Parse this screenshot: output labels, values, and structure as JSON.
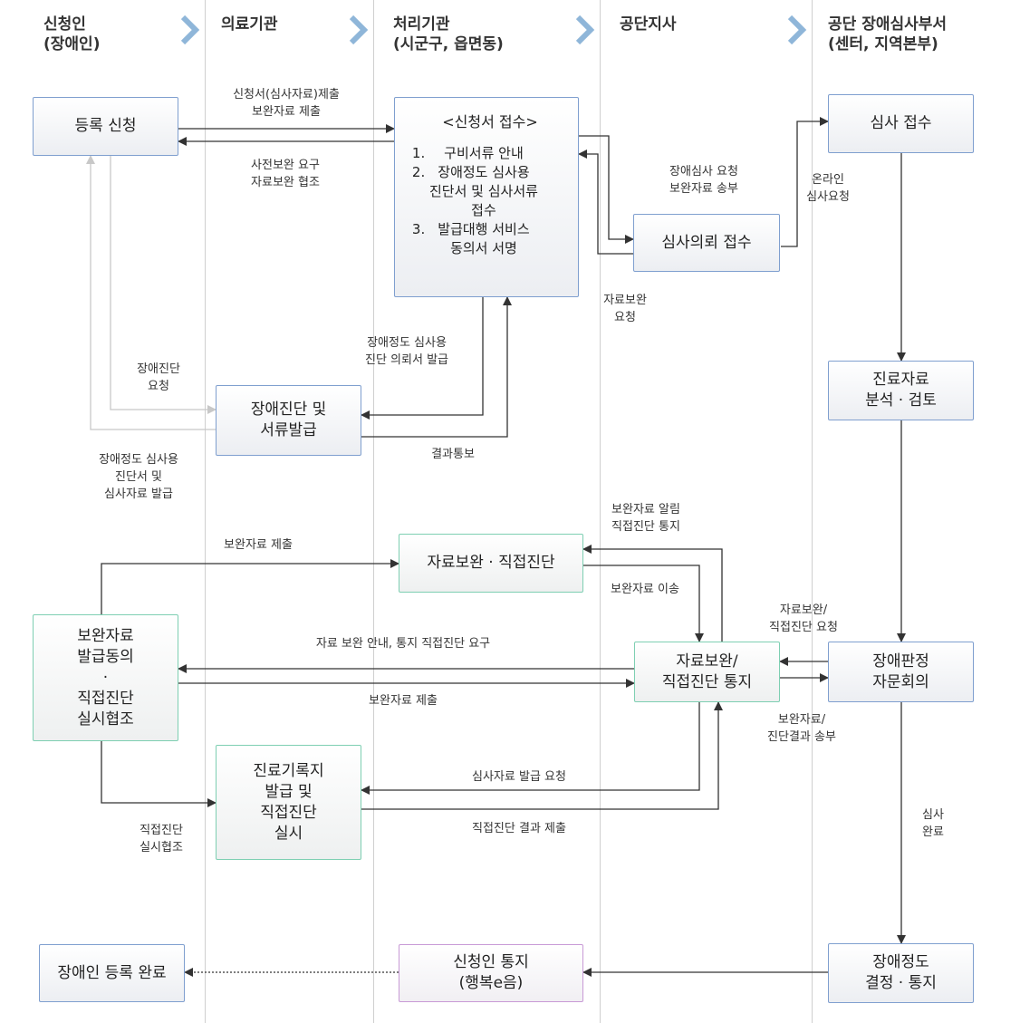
{
  "lanes": [
    {
      "name": "신청인\n(장애인)"
    },
    {
      "name": "의료기관"
    },
    {
      "name": "처리기관\n(시군구, 읍면동)"
    },
    {
      "name": "공단지사"
    },
    {
      "name": "공단 장애심사부서\n(센터, 지역본부)"
    }
  ],
  "boxes": {
    "register": "등록 신청",
    "intake_title": "<신청서 접수>",
    "intake_items": [
      "구비서류 안내",
      "장애정도 심사용\n진단서 및 심사서류\n접수",
      "발급대행 서비스\n동의서 서명"
    ],
    "review_request": "심사의뢰 접수",
    "review_receive": "심사 접수",
    "diag_issue": "장애진단 및\n서류발급",
    "records_review": "진료자료\n분석 · 검토",
    "supp_direct": "자료보완 · 직접진단",
    "consent": "보완자료\n발급동의\n·\n직접진단\n실시협조",
    "supp_notice": "자료보완/\n직접진단 통지",
    "committee": "장애판정\n자문회의",
    "med_record": "진료기록지\n발급 및\n직접진단\n실시",
    "reg_done": "장애인 등록 완료",
    "notify": "신청인 통지\n(행복e음)",
    "decision": "장애정도\n결정 · 통지"
  },
  "labels": {
    "l1": "신청서(심사자료)제출\n보완자료 제출",
    "l2": "사전보완 요구\n자료보완 협조",
    "l3": "장애심사 요청\n보완자료 송부",
    "l4": "온라인\n심사요청",
    "l5": "자료보완\n요청",
    "l6": "장애정도 심사용\n진단 의뢰서 발급",
    "l7": "장애진단\n요청",
    "l8": "결과통보",
    "l9": "장애정도 심사용\n진단서 및\n심사자료 발급",
    "l10": "보완자료 알림\n직접진단 통지",
    "l11": "보완자료 제출",
    "l12": "보완자료 이송",
    "l13": "자료보완/\n직접진단 요청",
    "l14": "자료 보완 안내, 통지 직접진단 요구",
    "l15": "보완자료 제출",
    "l16": "보완자료/\n진단결과 송부",
    "l17": "심사자료 발급 요청",
    "l18": "직접진단 결과 제출",
    "l19": "직접진단\n실시협조",
    "l20": "심사\n완료"
  },
  "colors": {
    "blue_border": "#7f9fcf",
    "green_border": "#7ecfb2",
    "purple_border": "#c89ad6",
    "arrow": "#333333",
    "arrow_light": "#c8c8c8",
    "chevron": "#8fb6d9"
  }
}
